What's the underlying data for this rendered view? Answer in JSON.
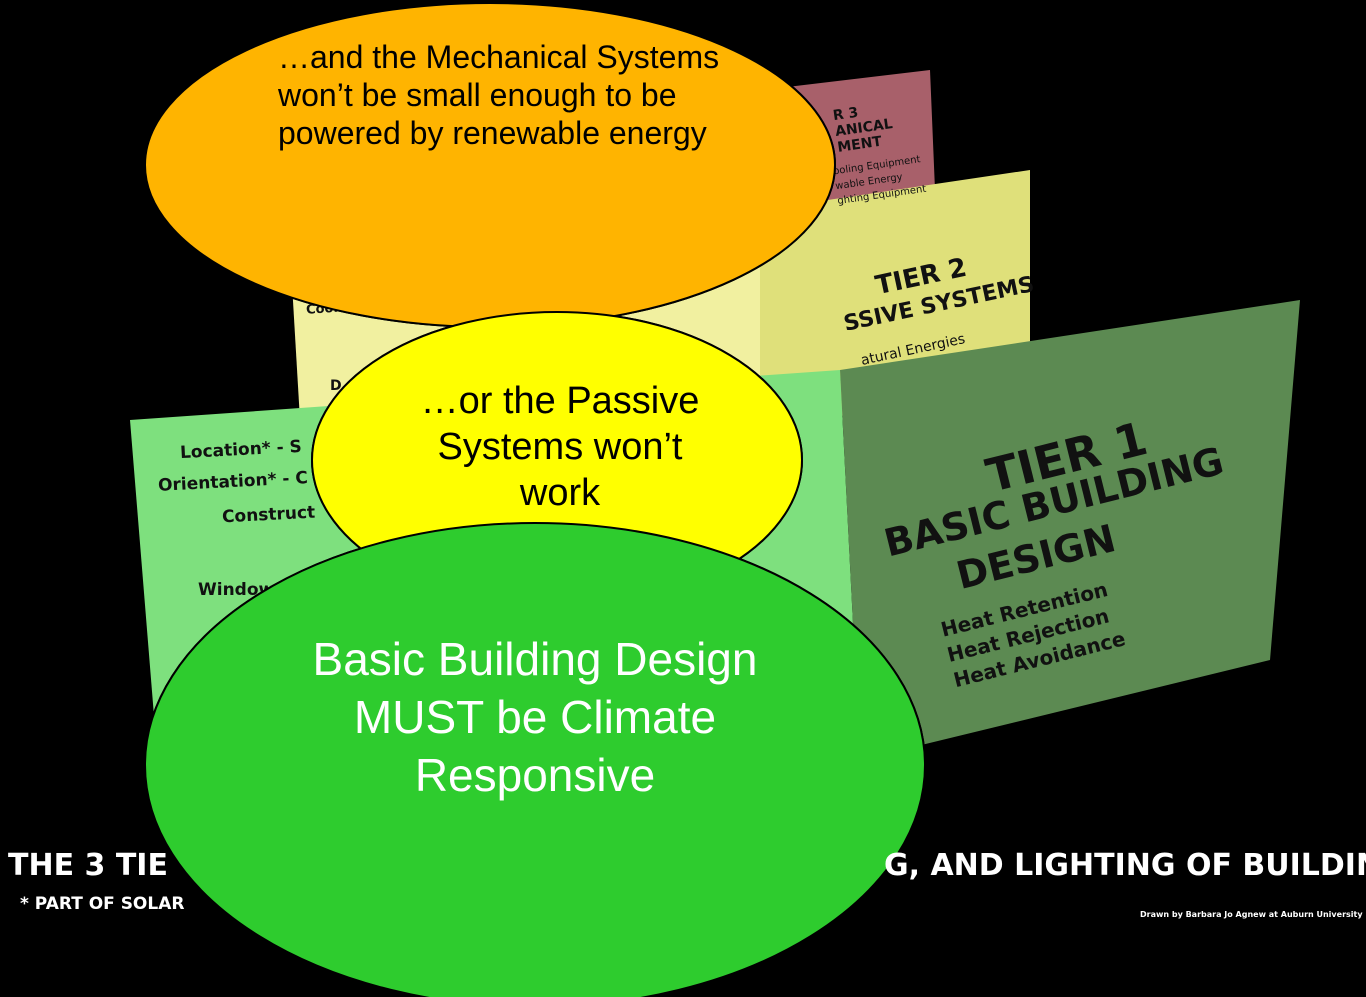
{
  "diagram": {
    "tier3": {
      "title_line1": "R 3",
      "title_line2": "ANICAL",
      "title_line3": "MENT",
      "items": [
        "ooling Equipment",
        "wable Energy",
        "ghting Equipment"
      ]
    },
    "tier2": {
      "title": "TIER 2",
      "subtitle": "SSIVE SYSTEMS",
      "natural": "atural Energies",
      "left_text1": "Cooling: Co",
      "left_text2": "D"
    },
    "tier1": {
      "title": "TIER 1",
      "subtitle1": "BASIC BUILDING",
      "subtitle2": "DESIGN",
      "items": [
        "Heat Retention",
        "Heat Rejection",
        "Heat Avoidance"
      ],
      "left_items": [
        "Location* - S",
        "Orientation* - C",
        "Construct",
        "Window"
      ]
    }
  },
  "bubbles": {
    "orange": "…and the Mechanical Systems won’t be small enough to be powered by renewable energy",
    "yellow": "…or the Passive Systems won’t work",
    "green": "Basic Building Design MUST be Climate Responsive"
  },
  "captions": {
    "title_left": "THE 3 TIE",
    "title_right": "G, AND LIGHTING OF BUILDINGS",
    "footnote": "* PART OF SOLAR",
    "credit": "Drawn by Barbara Jo Agnew at Auburn University"
  },
  "colors": {
    "background": "#000000",
    "tier1_front": "#7ee07e",
    "tier1_side": "#5c8a52",
    "tier2_front": "#f1f0a0",
    "tier2_side": "#dfe07a",
    "tier3_side": "#a8606a",
    "bubble_orange": "#ffb400",
    "bubble_yellow": "#ffff00",
    "bubble_green": "#2ecc2e"
  }
}
